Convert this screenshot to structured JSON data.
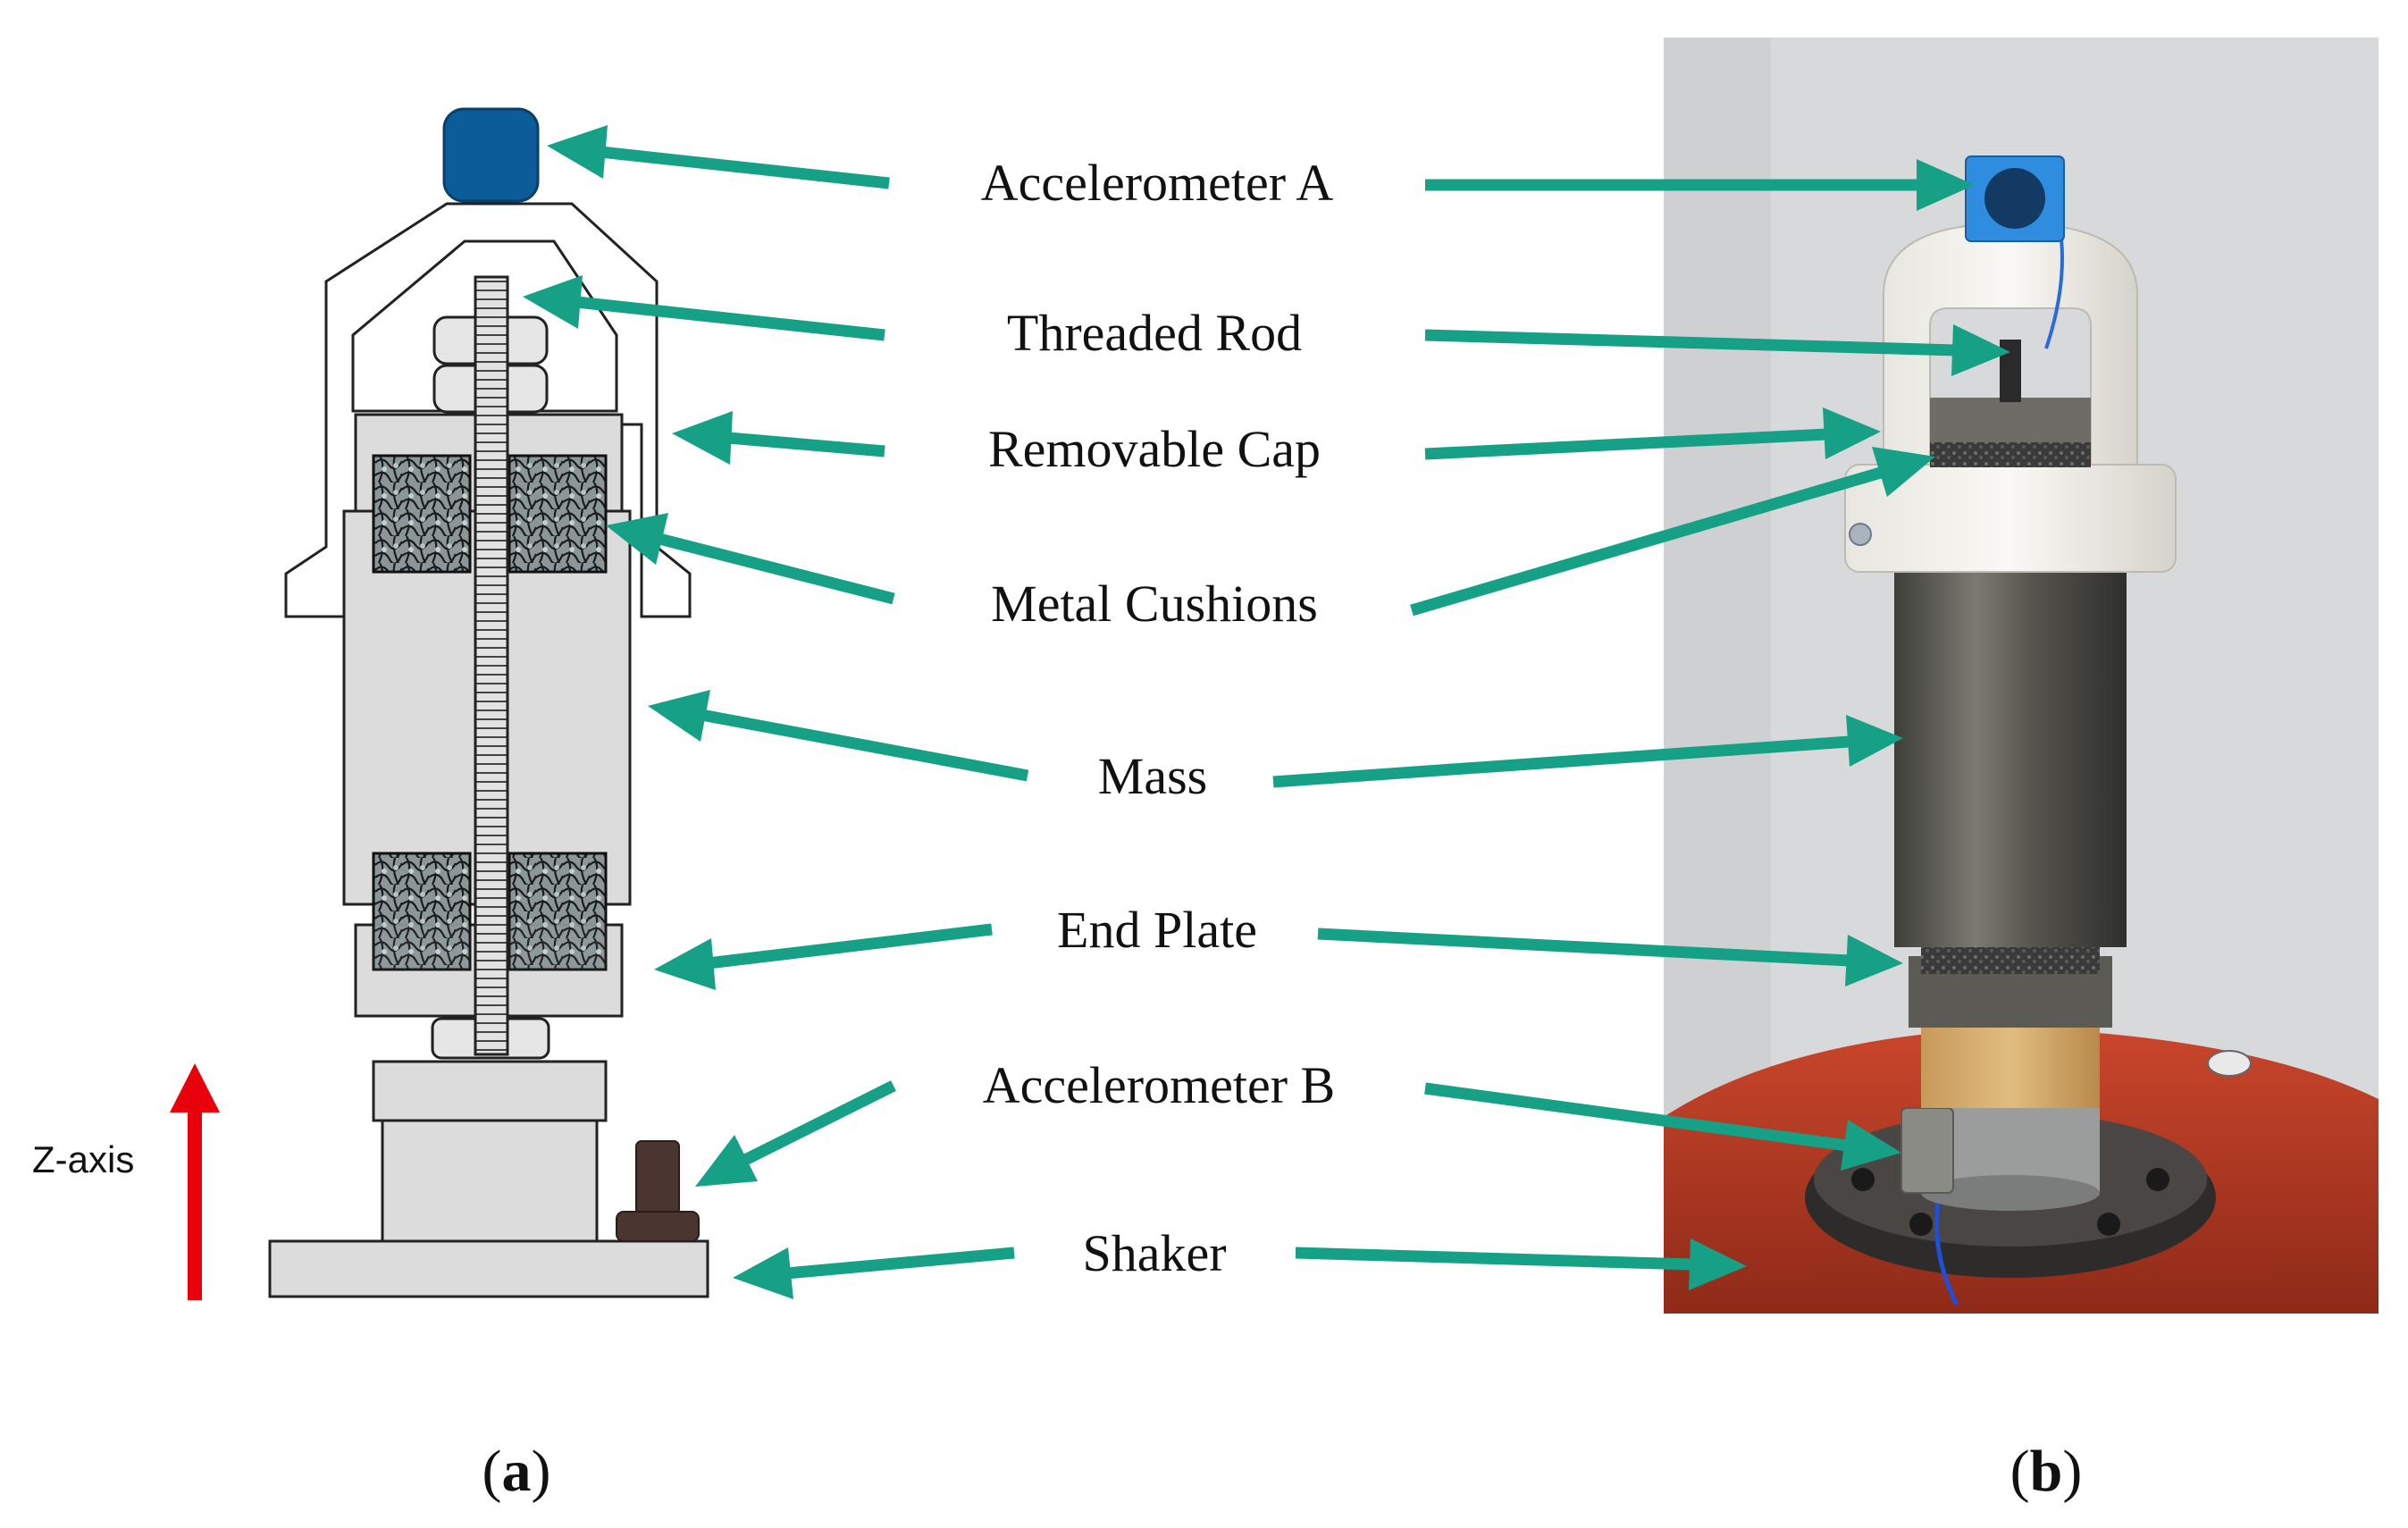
{
  "labels": [
    {
      "id": "accelerometer-a",
      "text": "Accelerometer A"
    },
    {
      "id": "threaded-rod",
      "text": "Threaded Rod"
    },
    {
      "id": "removable-cap",
      "text": "Removable Cap"
    },
    {
      "id": "metal-cushions",
      "text": "Metal Cushions"
    },
    {
      "id": "mass",
      "text": "Mass"
    },
    {
      "id": "end-plate",
      "text": "End Plate"
    },
    {
      "id": "accelerometer-b",
      "text": "Accelerometer B"
    },
    {
      "id": "shaker",
      "text": "Shaker"
    }
  ],
  "axis": {
    "label": "Z-axis"
  },
  "panels": {
    "a": "a",
    "b": "b"
  },
  "colors": {
    "arrow": "#16a085",
    "z_arrow": "#e8000b",
    "accelerometer_a": "#0d5c9a",
    "accelerometer_b": "#4a3530",
    "component_fill": "#dcdcdc",
    "outline": "#222222",
    "photo_background": "#d8d9db",
    "shaker_body": "#b83a24"
  }
}
